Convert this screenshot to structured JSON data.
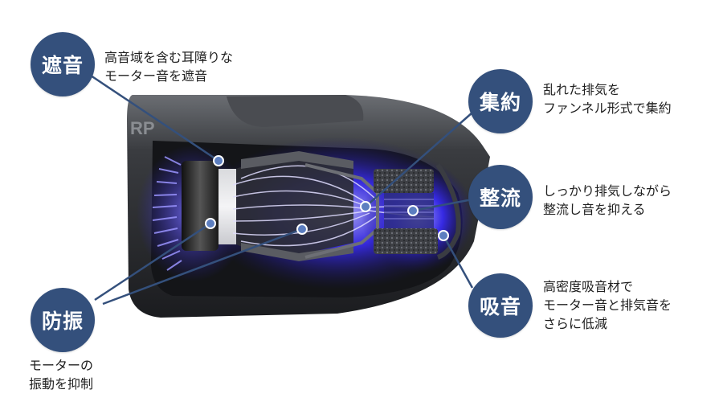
{
  "features": [
    {
      "id": "shaon",
      "title": "遮音",
      "lines": [
        "高音域を含む耳障りな",
        "モーター音を遮音"
      ]
    },
    {
      "id": "shuyaku",
      "title": "集約",
      "lines": [
        "乱れた排気を",
        "ファンネル形式で集約"
      ]
    },
    {
      "id": "seiryu",
      "title": "整流",
      "lines": [
        "しっかり排気しながら",
        "整流し音を抑える"
      ]
    },
    {
      "id": "kyuon",
      "title": "吸音",
      "lines": [
        "高密度吸音材で",
        "モーター音と排気音を",
        "さらに低減"
      ]
    },
    {
      "id": "boshin",
      "title": "防振",
      "lines": [
        "モーターの",
        "振動を抑制"
      ]
    }
  ],
  "device_mark": "RP",
  "colors": {
    "badge": "#34507c",
    "glow": "#3b2dff",
    "body_dark": "#2b2d31"
  }
}
